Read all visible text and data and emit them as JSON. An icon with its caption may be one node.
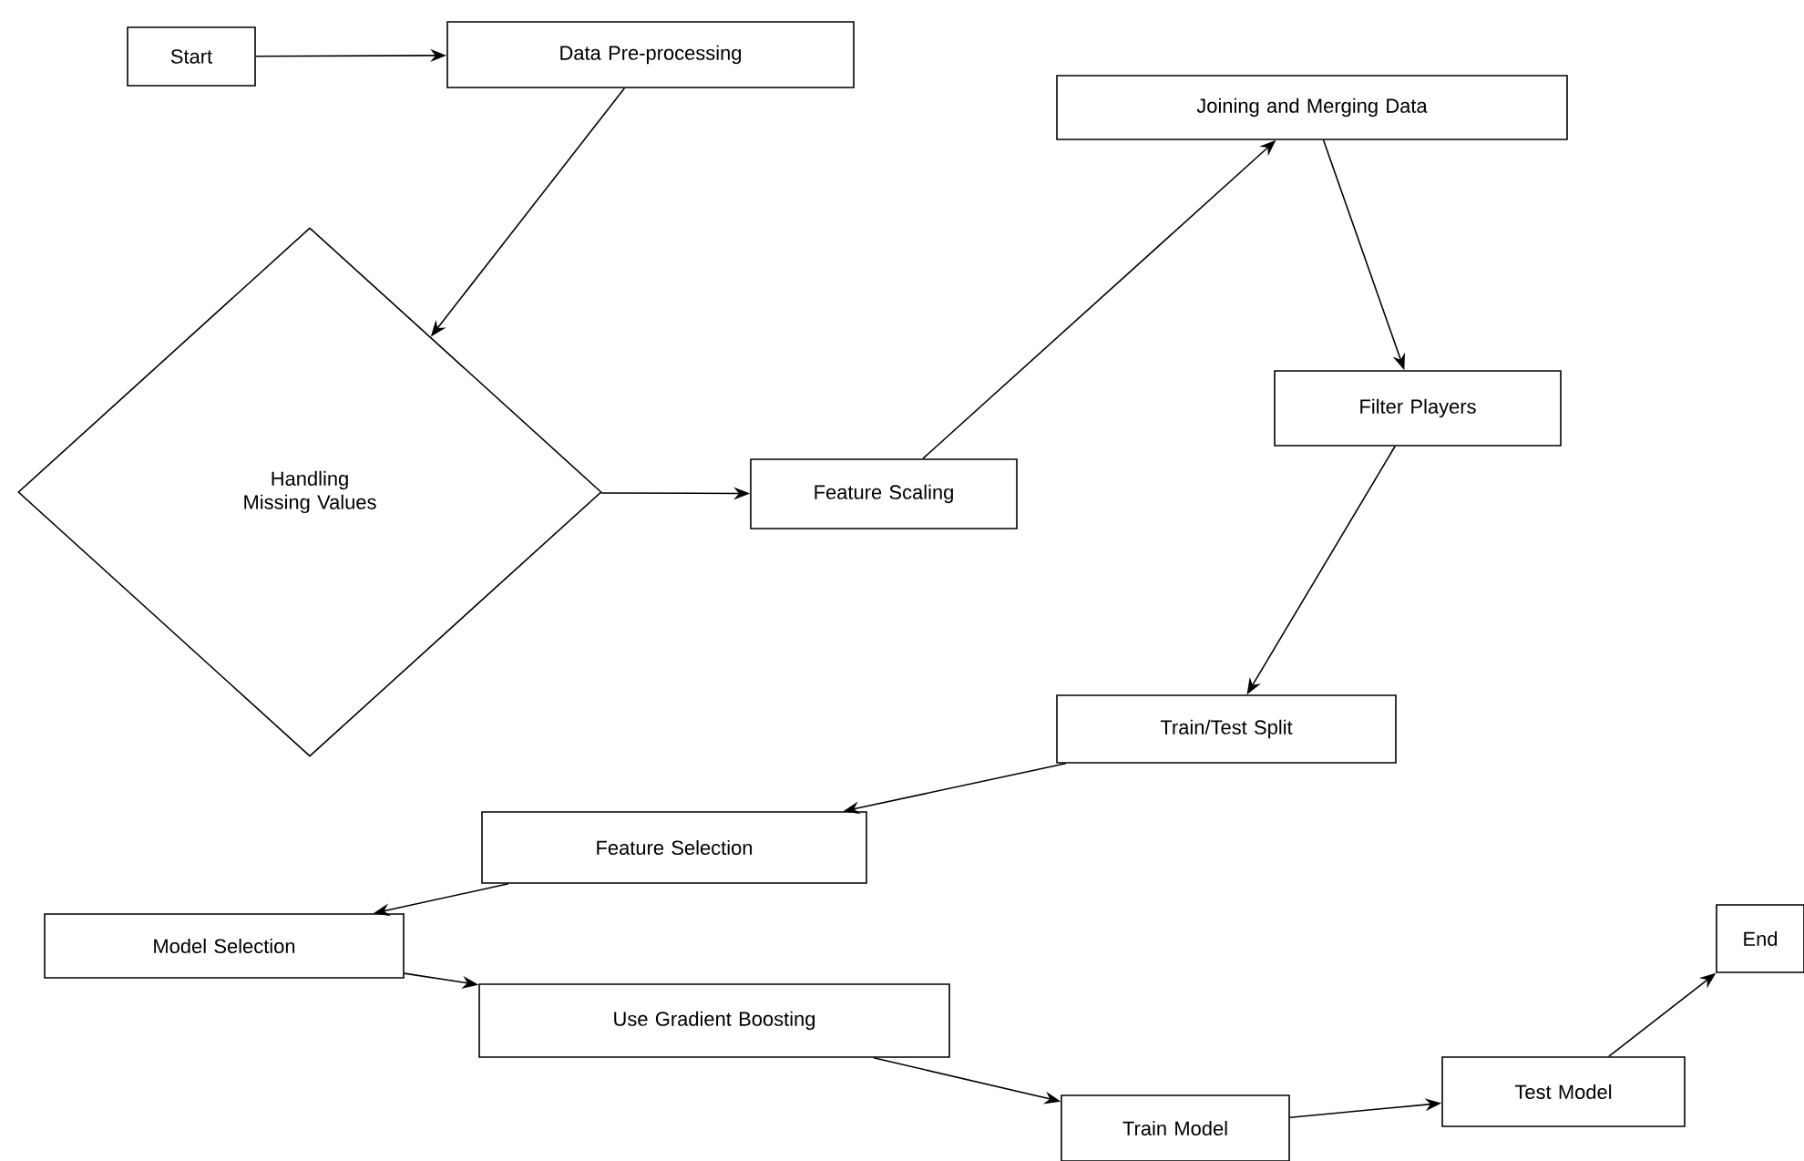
{
  "diagram": {
    "nodes": [
      {
        "text": [
          "Start"
        ]
      },
      {
        "text": [
          "Data Pre-processing"
        ]
      },
      {
        "text": [
          "Handling Missing Values"
        ]
      },
      {
        "text": [
          "Feature Scaling"
        ]
      },
      {
        "text": [
          "Joining and Merging Data"
        ]
      },
      {
        "text": [
          "Filter Players"
        ]
      },
      {
        "text": [
          "Train/Test Split"
        ]
      },
      {
        "text": [
          "Feature Selection"
        ]
      },
      {
        "text": [
          "Model Selection"
        ]
      },
      {
        "text": [
          "Use Gradient Boosting"
        ]
      },
      {
        "text": [
          "Train Model"
        ]
      },
      {
        "text": [
          "Test Model"
        ]
      },
      {
        "text": [
          "End"
        ]
      }
    ],
    "edges": [
      {
        "from": 0,
        "to": 1,
        "arrow": "to"
      },
      {
        "from": 1,
        "to": 2,
        "arrow": "to"
      },
      {
        "from": 2,
        "to": 3,
        "arrow": "to"
      },
      {
        "from": 3,
        "to": 4,
        "arrow": "to"
      },
      {
        "from": 4,
        "to": 5,
        "arrow": "to"
      },
      {
        "from": 5,
        "to": 6,
        "arrow": "to"
      },
      {
        "from": 6,
        "to": 7,
        "arrow": "to"
      },
      {
        "from": 7,
        "to": 8,
        "arrow": "to"
      },
      {
        "from": 8,
        "to": 9,
        "arrow": "to"
      },
      {
        "from": 9,
        "to": 10,
        "arrow": "to"
      },
      {
        "from": 10,
        "to": 11,
        "arrow": "to"
      },
      {
        "from": 11,
        "to": 12,
        "arrow": "to"
      }
    ]
  }
}
